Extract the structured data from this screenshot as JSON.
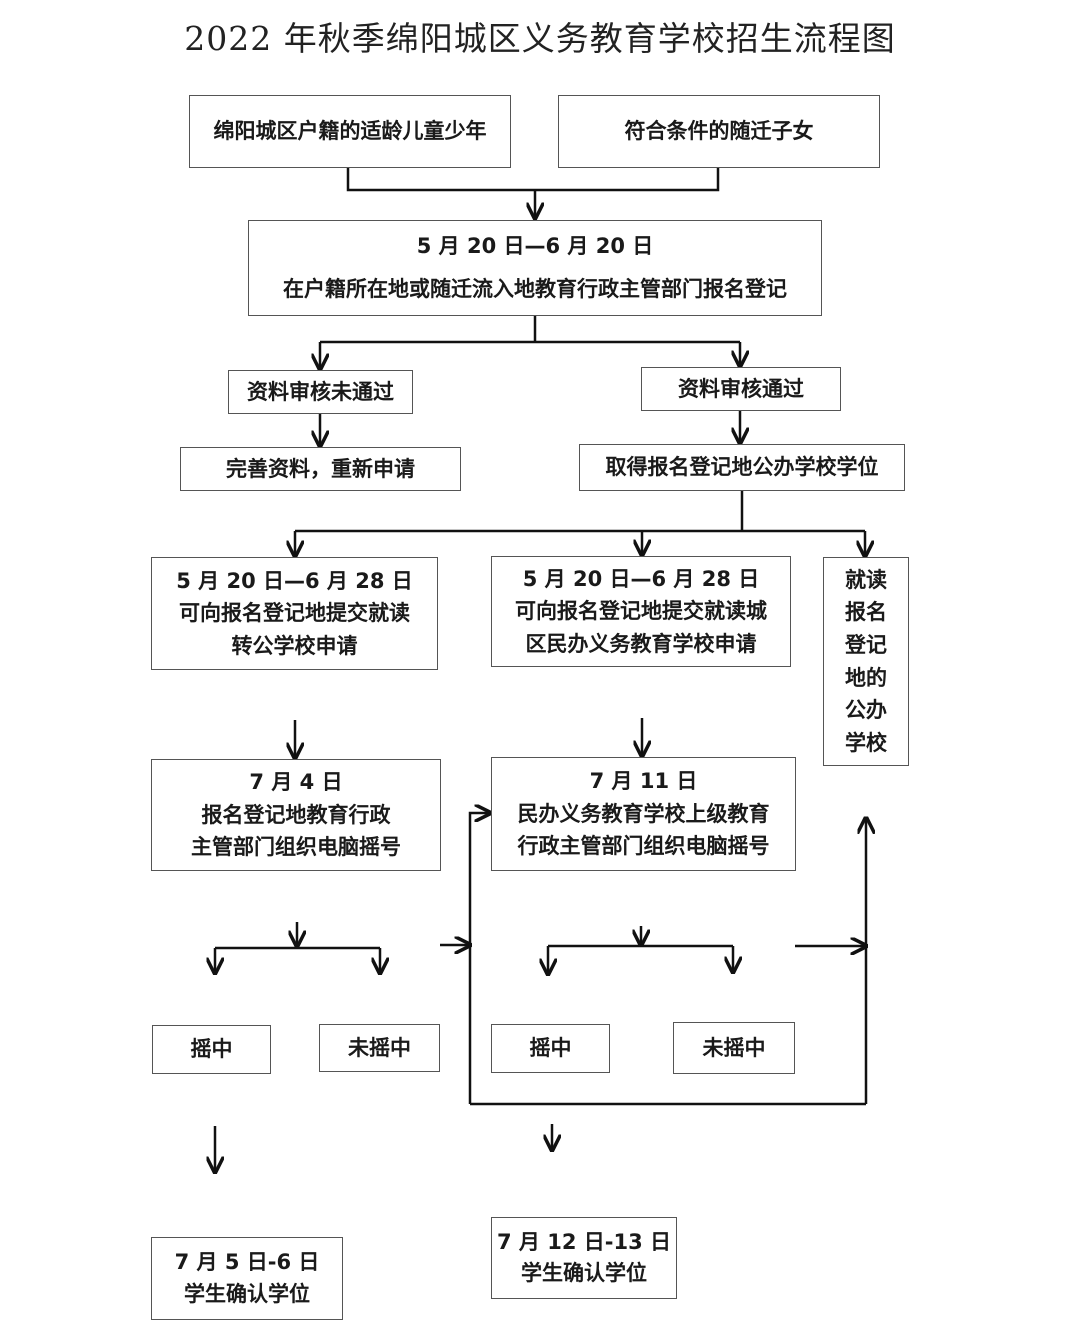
{
  "title": "2022 年秋季绵阳城区义务教育学校招生流程图",
  "nodes": {
    "source_local": "绵阳城区户籍的适龄儿童少年",
    "source_migrant": "符合条件的随迁子女",
    "registration": {
      "date": "5 月 20 日—6 月 20 日",
      "text": "在户籍所在地或随迁流入地教育行政主管部门报名登记"
    },
    "review_fail": "资料审核未通过",
    "review_pass": "资料审核通过",
    "resubmit": "完善资料，重新申请",
    "public_seat": "取得报名登记地公办学校学位",
    "transfer_public": {
      "date": "5 月 20 日—6 月 28 日",
      "line1": "可向报名登记地提交就读",
      "line2": "转公学校申请"
    },
    "private_apply": {
      "date": "5 月 20 日—6 月 28 日",
      "line1": "可向报名登记地提交就读城",
      "line2": "区民办义务教育学校申请"
    },
    "attend_local": [
      "就读",
      "报名",
      "登记",
      "地的",
      "公办",
      "学校"
    ],
    "lottery_public": {
      "date": "7 月 4 日",
      "line1": "报名登记地教育行政",
      "line2": "主管部门组织电脑摇号"
    },
    "lottery_private": {
      "date": "7 月 11 日",
      "line1": "民办义务教育学校上级教育",
      "line2": "行政主管部门组织电脑摇号"
    },
    "public_win": "摇中",
    "public_lose": "未摇中",
    "private_win": "摇中",
    "private_lose": "未摇中",
    "confirm_public": {
      "date": "7 月 5 日-6 日",
      "text": "学生确认学位"
    },
    "confirm_private": {
      "date": "7 月 12 日-13 日",
      "text": "学生确认学位"
    }
  }
}
